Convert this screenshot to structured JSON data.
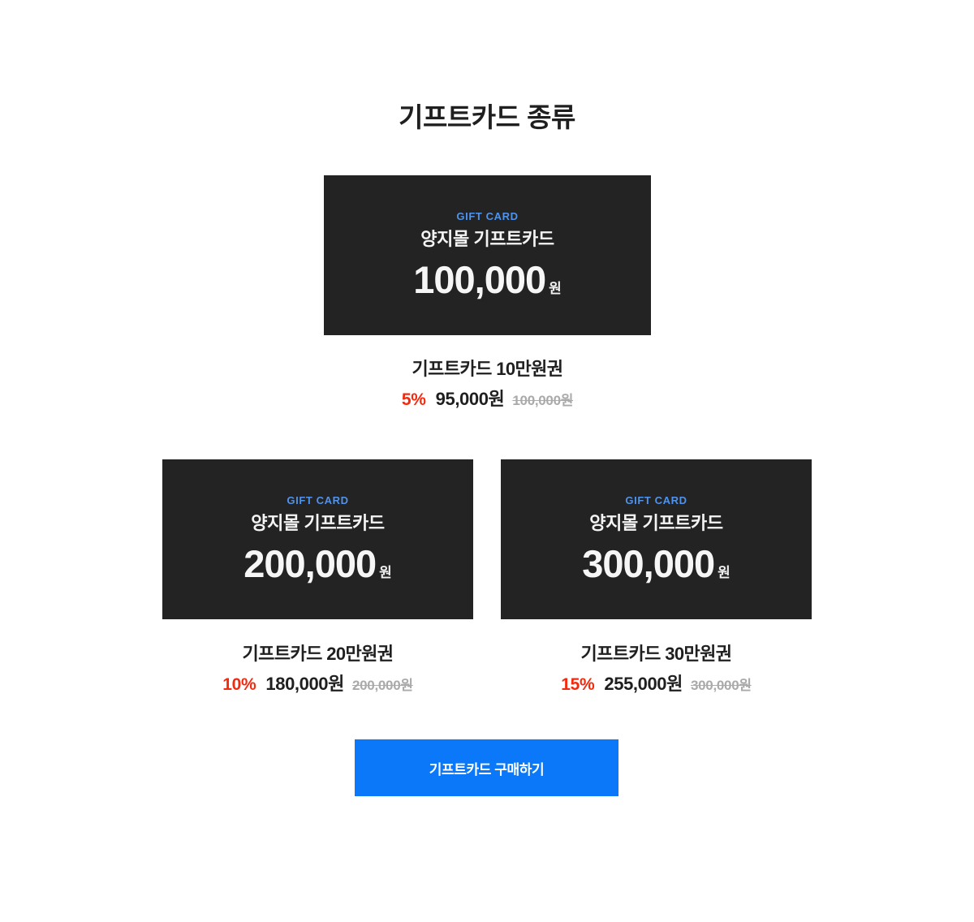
{
  "section": {
    "title": "기프트카드 종류"
  },
  "theme": {
    "page_background": "#ffffff",
    "card_background": "#232323",
    "accent_blue": "#4f93ec",
    "cta_blue": "#0a78f8",
    "discount_red": "#f22a0e",
    "strike_gray": "#aaaaaa",
    "text_dark": "#1f1f1f",
    "text_light": "#f6f6f6"
  },
  "cards": [
    {
      "eyebrow": "GIFT CARD",
      "brand": "양지몰 기프트카드",
      "amount": "100,000",
      "amount_unit": "원",
      "caption_name": "기프트카드 10만원권",
      "discount_rate": "5%",
      "sale_price": "95,000원",
      "origin_price": "100,000원"
    },
    {
      "eyebrow": "GIFT CARD",
      "brand": "양지몰 기프트카드",
      "amount": "200,000",
      "amount_unit": "원",
      "caption_name": "기프트카드 20만원권",
      "discount_rate": "10%",
      "sale_price": "180,000원",
      "origin_price": "200,000원"
    },
    {
      "eyebrow": "GIFT CARD",
      "brand": "양지몰 기프트카드",
      "amount": "300,000",
      "amount_unit": "원",
      "caption_name": "기프트카드 30만원권",
      "discount_rate": "15%",
      "sale_price": "255,000원",
      "origin_price": "300,000원"
    }
  ],
  "cta": {
    "label": "기프트카드 구매하기"
  }
}
